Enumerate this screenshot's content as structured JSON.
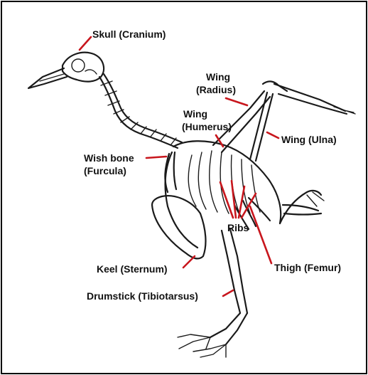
{
  "labels": {
    "skull": "Skull (Cranium)",
    "wing_radius_1": "Wing",
    "wing_radius_2": "(Radius)",
    "wing_humerus_1": "Wing",
    "wing_humerus_2": "(Humerus)",
    "wing_ulna": "Wing (Ulna)",
    "wishbone_1": "Wish bone",
    "wishbone_2": "(Furcula)",
    "ribs": "Ribs",
    "keel": "Keel (Sternum)",
    "thigh": "Thigh (Femur)",
    "drumstick": "Drumstick (Tibiotarsus)"
  },
  "colors": {
    "pointer": "#c8161d",
    "bone_outline": "#1a1a1a",
    "frame": "#000000"
  }
}
